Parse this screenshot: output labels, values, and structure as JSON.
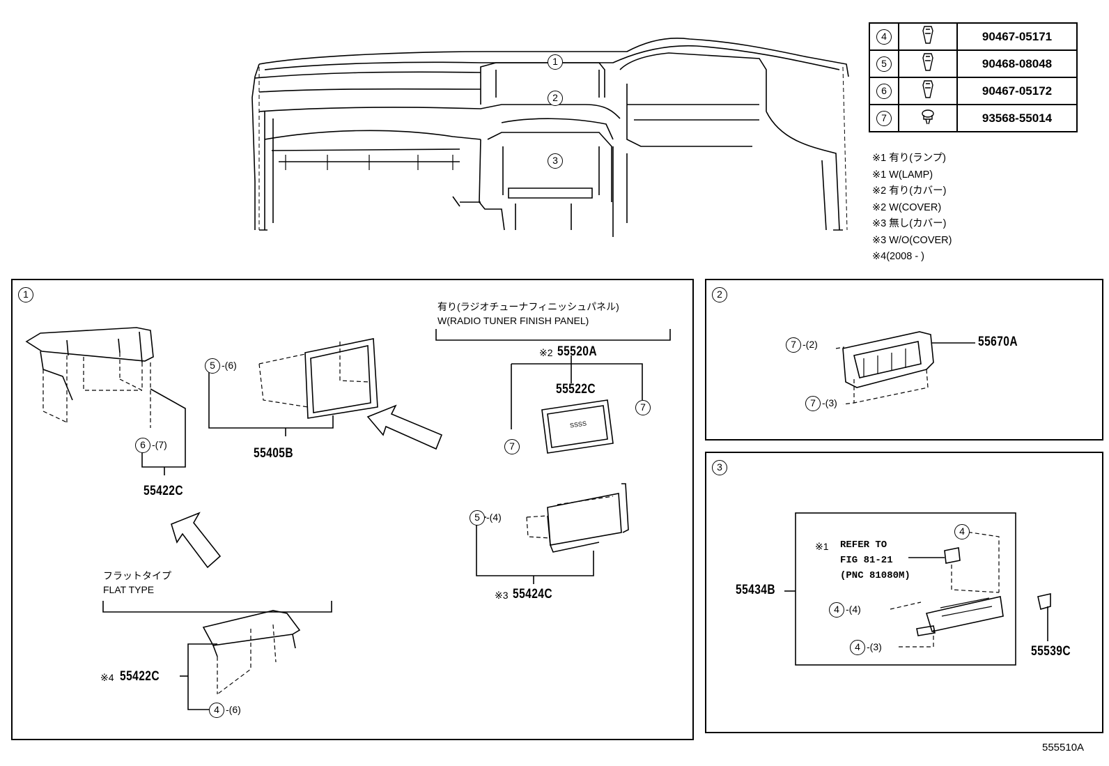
{
  "fasteners": [
    {
      "ref": "4",
      "part_no": "90467-05171",
      "icon": "clip-icon"
    },
    {
      "ref": "5",
      "part_no": "90468-08048",
      "icon": "clip-icon"
    },
    {
      "ref": "6",
      "part_no": "90467-05172",
      "icon": "clip-icon"
    },
    {
      "ref": "7",
      "part_no": "93568-55014",
      "icon": "screw-icon"
    }
  ],
  "notes": [
    "※1 有り(ランプ)",
    "※1 W(LAMP)",
    "※2 有り(カバー)",
    "※2 W(COVER)",
    "※3 無し(カバー)",
    "※3 W/O(COVER)",
    "※4(2008 -        )"
  ],
  "overview": {
    "callouts": [
      "1",
      "2",
      "3"
    ]
  },
  "panel1": {
    "index": "1",
    "radio_header_jp": "有り(ラジオチューナフィニッシュパネル)",
    "radio_header_en": "W(RADIO TUNER FINISH PANEL)",
    "flat_jp": "フラットタイプ",
    "flat_en": "FLAT TYPE",
    "p55405b": "55405B",
    "p55405b_fast_ref": "5",
    "p55405b_fast_qty": "-(6)",
    "p55422c": "55422C",
    "p55422c_fast_ref": "6",
    "p55422c_fast_qty": "-(7)",
    "p55520a_note": "※2",
    "p55520a": "55520A",
    "p55522c": "55522C",
    "p55522c_fast_ref": "7",
    "p55424c_note": "※3",
    "p55424c": "55424C",
    "p55424c_fast_ref": "5",
    "p55424c_fast_qty": "-(4)",
    "flat_note": "※4",
    "flat_part": "55422C",
    "flat_fast_ref": "4",
    "flat_fast_qty": "-(6)",
    "panel_text": "SSSS"
  },
  "panel2": {
    "index": "2",
    "part": "55670A",
    "fast_a_ref": "7",
    "fast_a_qty": "-(2)",
    "fast_b_ref": "7",
    "fast_b_qty": "-(3)"
  },
  "panel3": {
    "index": "3",
    "note_mark": "※1",
    "ref_line1": "REFER TO",
    "ref_line2": "FIG 81-21",
    "ref_line3": "(PNC 81080M)",
    "part_main": "55434B",
    "part_side": "55539C",
    "fast_top_ref": "4",
    "fast_mid_ref": "4",
    "fast_mid_qty": "-(4)",
    "fast_bot_ref": "4",
    "fast_bot_qty": "-(3)"
  },
  "figure_code": "555510A"
}
